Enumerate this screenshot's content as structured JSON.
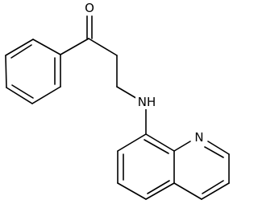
{
  "molecule": {
    "atoms": [
      {
        "id": "carbonyl-oxygen",
        "symbol": "O"
      },
      {
        "id": "amine-nitrogen",
        "symbol": "NH"
      },
      {
        "id": "quinoline-nitrogen",
        "symbol": "N"
      }
    ],
    "bond_color": "#000000",
    "label_color": "#000000",
    "background_color": "#ffffff"
  }
}
